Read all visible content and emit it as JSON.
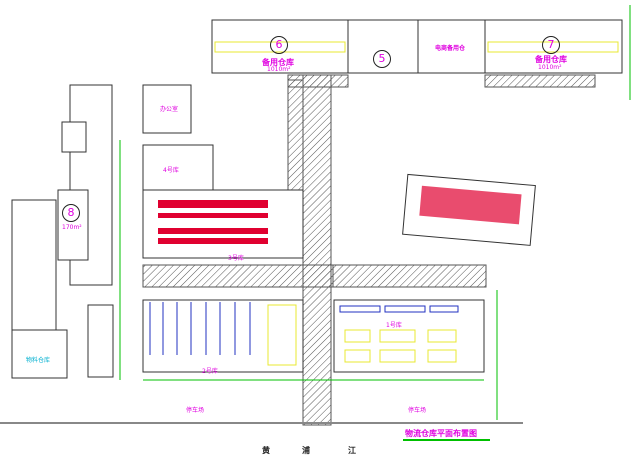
{
  "title": "物流仓库平面布置图",
  "river": [
    "黄",
    "浦",
    "江"
  ],
  "buildings": {
    "w6": {
      "num": "6",
      "name": "备用仓库",
      "area": "1010m²"
    },
    "w5": {
      "num": "5"
    },
    "ecom": {
      "name": "电商备用仓"
    },
    "w7": {
      "num": "7",
      "name": "备用仓库",
      "area": "1010m²"
    },
    "office": {
      "name": "办公室"
    },
    "w4": {
      "name": "4号库"
    },
    "w3": {
      "name": "3号库"
    },
    "w8": {
      "num": "8",
      "area": "170m²"
    },
    "w1": {
      "name": "1号库"
    },
    "w2": {
      "name": "2号库"
    },
    "material": {
      "name": "物料仓库"
    }
  },
  "parking": [
    "停车场",
    "停车场"
  ],
  "colors": {
    "wall": "#333333",
    "label": "#e000e0",
    "dim": "#00c000",
    "rack": "#e00030",
    "shelf": "#2030c0",
    "zone": "#e8e830"
  }
}
